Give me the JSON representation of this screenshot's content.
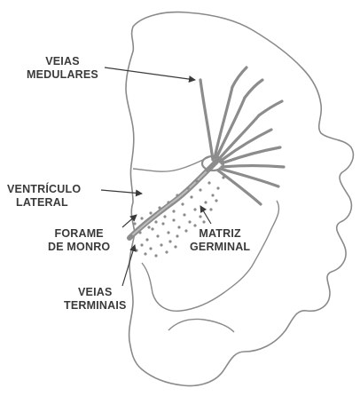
{
  "labels": {
    "veias_medulares": [
      "VEIAS",
      "MEDULARES"
    ],
    "ventriculo_lateral": [
      "VENTRÍCULO",
      "LATERAL"
    ],
    "forame_de_monro": [
      "FORAME",
      "DE MONRO"
    ],
    "matriz_germinal": [
      "MATRIZ",
      "GERMINAL"
    ],
    "veias_terminais": [
      "VEIAS",
      "TERMINAIS"
    ]
  },
  "colors": {
    "outline": "#8a8a8a",
    "veins": "#8c8c8c",
    "text": "#3a3a3a",
    "arrows": "#3a3a3a"
  }
}
